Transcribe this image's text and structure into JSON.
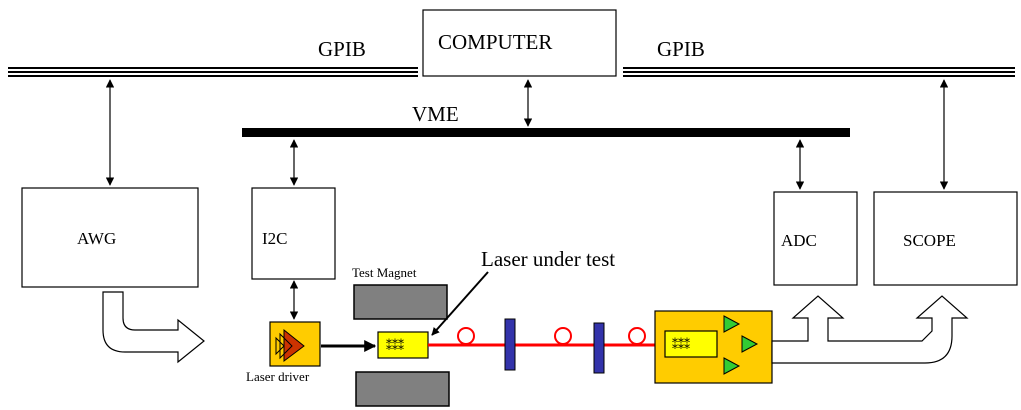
{
  "bus_labels": {
    "gpib_left": "GPIB",
    "gpib_right": "GPIB",
    "vme": "VME"
  },
  "boxes": {
    "computer": "COMPUTER",
    "awg": "AWG",
    "i2c": "I2C",
    "adc": "ADC",
    "scope": "SCOPE"
  },
  "labels": {
    "test_magnet": "Test Magnet",
    "laser_under_test": "Laser under test",
    "laser_driver": "Laser driver"
  },
  "colors": {
    "fiber": "#ff0000",
    "device_fill": "#ffcc00",
    "chip_fill": "#ffff00",
    "magnet_fill": "#808080",
    "attenuator_fill": "#3333aa",
    "detector_fill": "#33cc33",
    "driver_triangle": "#cc3300"
  }
}
